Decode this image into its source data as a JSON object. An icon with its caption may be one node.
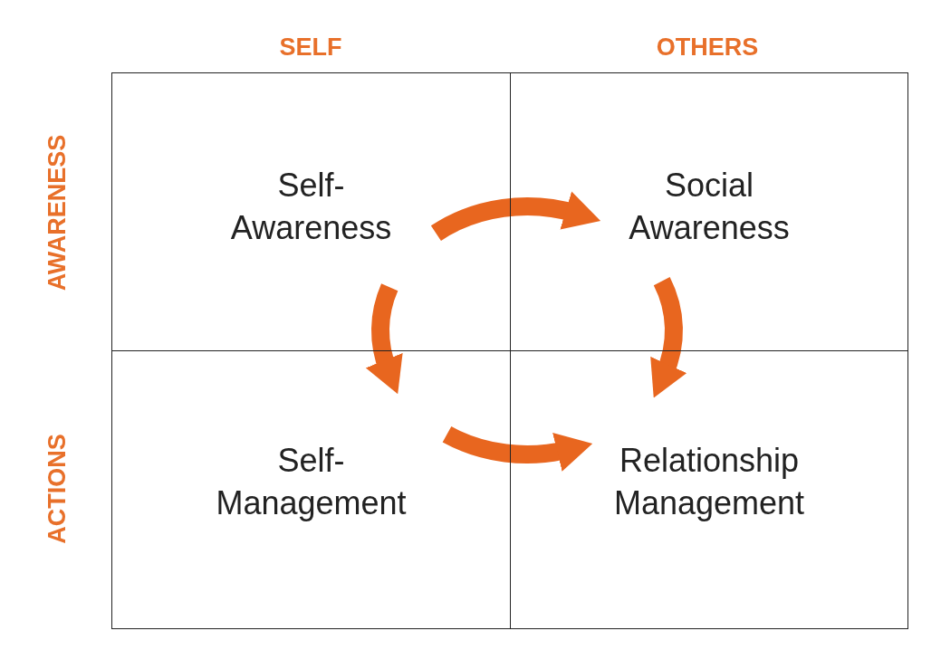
{
  "diagram": {
    "nodes": [
      {
        "text": [
          "Self- Awareness"
        ]
      },
      {
        "text": [
          "Social Awareness"
        ]
      },
      {
        "text": [
          "Self- Management"
        ]
      },
      {
        "text": [
          "Relationship Management"
        ]
      }
    ],
    "edges": [
      {
        "from": 0,
        "to": 1,
        "arrow": "to"
      },
      {
        "from": 1,
        "to": 3,
        "arrow": "to"
      },
      {
        "from": 0,
        "to": 2,
        "arrow": "to"
      },
      {
        "from": 2,
        "to": 3,
        "arrow": "to"
      }
    ],
    "labels": [
      "SELF",
      "OTHERS",
      "AWARENESS",
      "ACTIONS"
    ]
  }
}
